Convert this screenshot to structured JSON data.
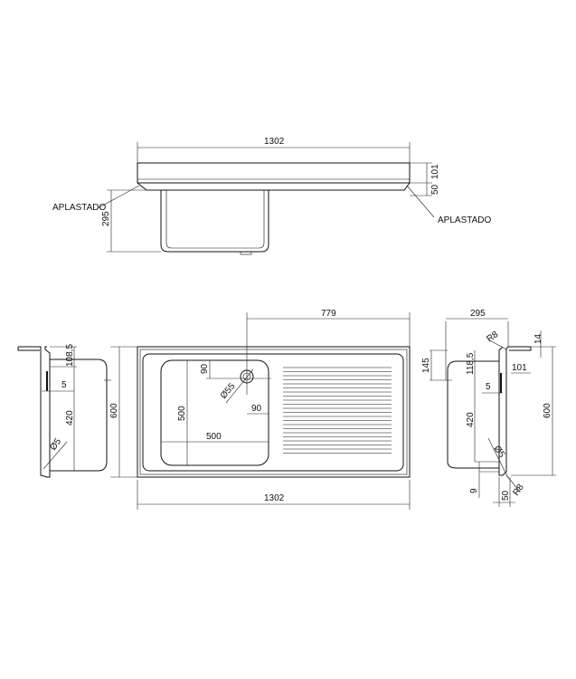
{
  "top_view": {
    "width": "1302",
    "height_101": "101",
    "lip_50": "50",
    "depth_295": "295",
    "note_left": "APLASTADO",
    "note_right": "APLASTADO"
  },
  "plan_view": {
    "width": "1302",
    "depth": "600",
    "drain_offset": "779",
    "bowl_width": "500",
    "bowl_depth": "500",
    "drain_x": "90",
    "drain_y": "90",
    "drain_dia": "Ø55"
  },
  "left_section": {
    "d108": "108,5",
    "d5": "5",
    "d420": "420",
    "r5": "Ø5"
  },
  "right_section": {
    "d295": "295",
    "r8_top": "R8",
    "d14": "14",
    "d145": "145",
    "d118": "118,5",
    "d101": "101",
    "d5": "5",
    "d420": "420",
    "d600": "600",
    "r5": "Ø5",
    "d9": "9",
    "d50": "50",
    "r8_bottom": "R8"
  }
}
